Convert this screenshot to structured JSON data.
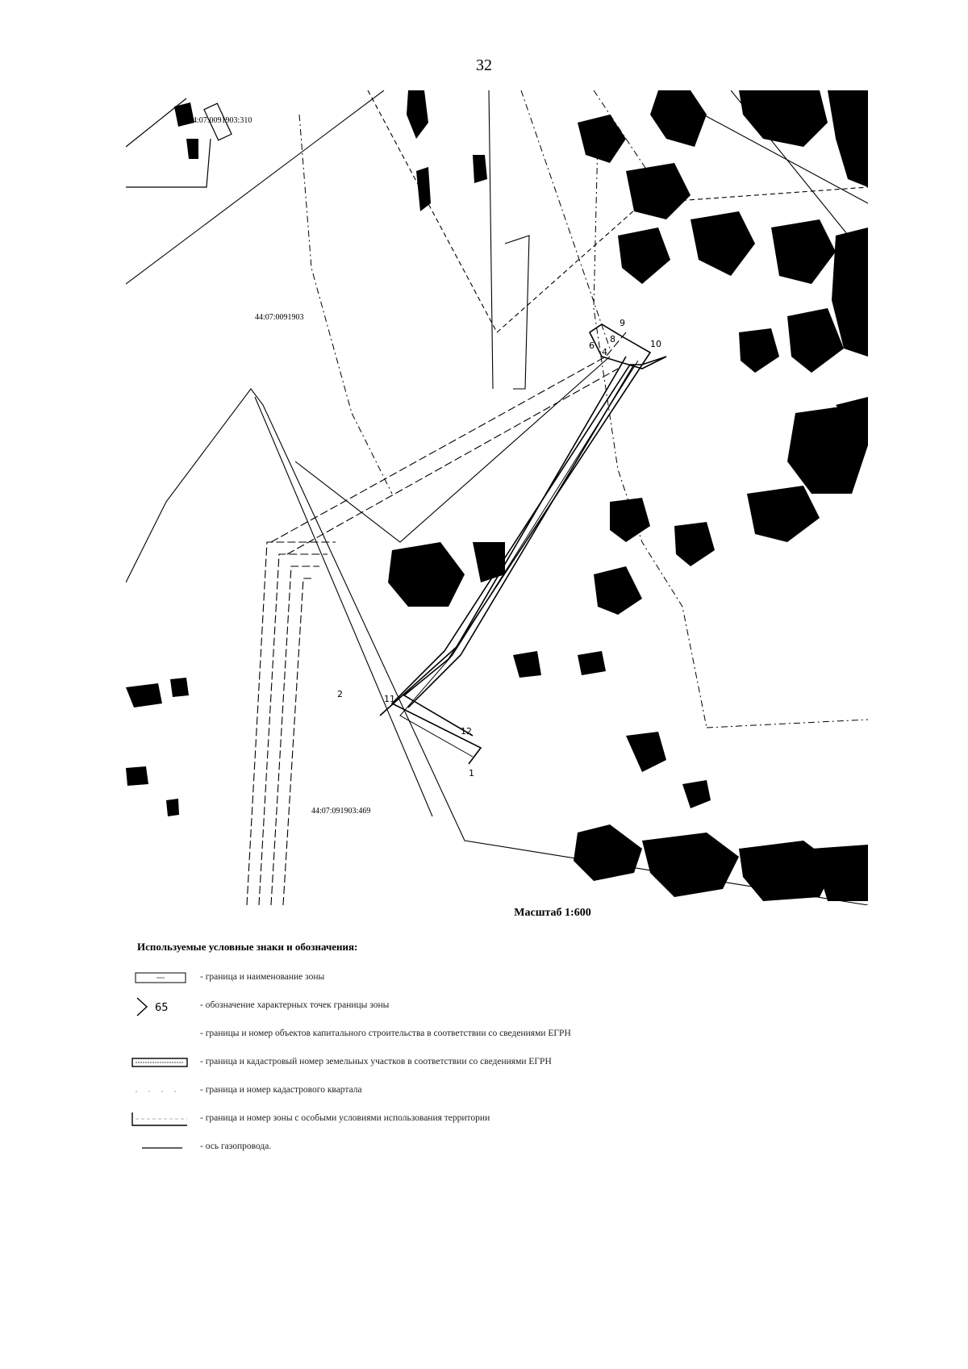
{
  "page_number": "32",
  "map": {
    "parcel_top": "44:07:0091903:310",
    "parcel_main": "44:07:091903:469",
    "quarter_label": "44:07:0091903",
    "points": [
      {
        "id": "p1",
        "label": "1"
      },
      {
        "id": "p2",
        "label": "2"
      },
      {
        "id": "p4",
        "label": "4"
      },
      {
        "id": "p6",
        "label": "6"
      },
      {
        "id": "p8",
        "label": "8"
      },
      {
        "id": "p9",
        "label": "9"
      },
      {
        "id": "p10",
        "label": "10"
      },
      {
        "id": "p11",
        "label": "11"
      },
      {
        "id": "p12",
        "label": "12"
      }
    ]
  },
  "scale_label": "Масштаб 1:600",
  "legend": {
    "title": "Используемые условные знаки и обозначения:",
    "symbol_point_number": "65",
    "items": [
      {
        "text": "- граница и наименование зоны"
      },
      {
        "text": "- обозначение характерных точек границы зоны"
      },
      {
        "text": "- границы и номер объектов капитального строительства в соответствии со сведениями ЕГРН"
      },
      {
        "text": "- граница и кадастровый номер земельных участков в соответствии со сведениями ЕГРН"
      },
      {
        "text": "- граница и номер кадастрового квартала"
      },
      {
        "text": "- граница и номер зоны с особыми условиями использования территории"
      },
      {
        "text": "- ось газопровода."
      }
    ]
  }
}
